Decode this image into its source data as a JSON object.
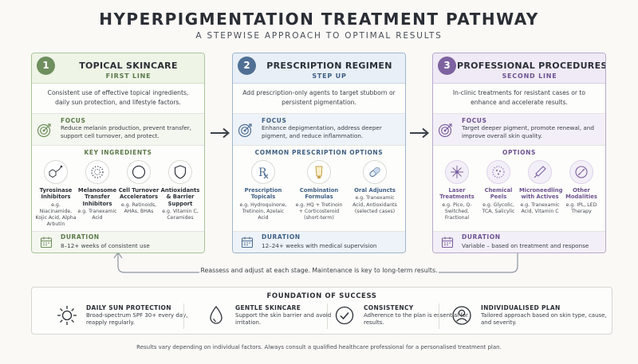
{
  "header": {
    "title": "HYPERPIGMENTATION TREATMENT PATHWAY",
    "subtitle": "A STEPWISE APPROACH TO OPTIMAL RESULTS"
  },
  "colors": {
    "step1": "#6f8f5e",
    "step2": "#4f6f94",
    "step3": "#7d62a0"
  },
  "steps": [
    {
      "number": "1",
      "title": "TOPICAL SKINCARE",
      "tag": "FIRST LINE",
      "description": "Consistent use of effective topical ingredients, daily sun protection, and lifestyle factors.",
      "focus_label": "FOCUS",
      "focus_text": "Reduce melanin production, prevent transfer, support cell turnover, and protect.",
      "list_title": "KEY INGREDIENTS",
      "items": [
        {
          "icon": "molecule-icon",
          "name": "Tyrosinase Inhibitors",
          "example": "e.g. Niacinamide, Kojic Acid, Alpha Arbutin"
        },
        {
          "icon": "dotted-circle-icon",
          "name": "Melanosome Transfer Inhibitors",
          "example": "e.g. Tranexamic Acid"
        },
        {
          "icon": "circle-icon",
          "name": "Cell Turnover Accelerators",
          "example": "e.g. Retinoids, AHAs, BHAs"
        },
        {
          "icon": "shield-icon",
          "name": "Antioxidants & Barrier Support",
          "example": "e.g. Vitamin C, Ceramides"
        }
      ],
      "duration_label": "DURATION",
      "duration_text": "8–12+ weeks of consistent use"
    },
    {
      "number": "2",
      "title": "PRESCRIPTION REGIMEN",
      "tag": "STEP UP",
      "description": "Add prescription-only agents to target stubborn or persistent pigmentation.",
      "focus_label": "FOCUS",
      "focus_text": "Enhance depigmentation, address deeper pigment, and reduce inflammation.",
      "list_title": "COMMON PRESCRIPTION OPTIONS",
      "items": [
        {
          "icon": "rx-icon",
          "name": "Prescription Topicals",
          "example": "e.g. Hydroquinone, Tretinoin, Azelaic Acid"
        },
        {
          "icon": "tube-icon",
          "name": "Combination Formulas",
          "example": "e.g. HQ + Tretinoin + Corticosteroid (short-term)"
        },
        {
          "icon": "pill-icon",
          "name": "Oral Adjuncts",
          "example": "e.g. Tranexamic Acid, Antioxidants (selected cases)"
        }
      ],
      "duration_label": "DURATION",
      "duration_text": "12–24+ weeks with medical supervision"
    },
    {
      "number": "3",
      "title": "PROFESSIONAL PROCEDURES",
      "tag": "SECOND LINE",
      "description": "In-clinic treatments for resistant cases or to enhance and accelerate results.",
      "focus_label": "FOCUS",
      "focus_text": "Target deeper pigment, promote renewal, and improve overall skin quality.",
      "list_title": "OPTIONS",
      "items": [
        {
          "icon": "laser-icon",
          "name": "Laser Treatments",
          "example": "e.g. Pico, Q-Switched, Fractional"
        },
        {
          "icon": "peel-icon",
          "name": "Chemical Peels",
          "example": "e.g. Glycolic, TCA, Salicylic"
        },
        {
          "icon": "microneedle-icon",
          "name": "Microneedling with Actives",
          "example": "e.g. Tranexamic Acid, Vitamin C"
        },
        {
          "icon": "modalities-icon",
          "name": "Other Modalities",
          "example": "e.g. IPL, LED Therapy"
        }
      ],
      "duration_label": "DURATION",
      "duration_text": "Variable – based on treatment and response"
    }
  ],
  "loop_text": "Reassess and adjust at each stage. Maintenance is key to long-term results.",
  "foundation": {
    "title": "FOUNDATION OF SUCCESS",
    "pillars": [
      {
        "icon": "sun-icon",
        "label": "DAILY SUN PROTECTION",
        "text": "Broad-spectrum SPF 30+ every day, reapply regularly."
      },
      {
        "icon": "droplet-icon",
        "label": "GENTLE SKINCARE",
        "text": "Support the skin barrier and avoid irritation."
      },
      {
        "icon": "check-circle-icon",
        "label": "CONSISTENCY",
        "text": "Adherence to the plan is essential for results."
      },
      {
        "icon": "person-icon",
        "label": "INDIVIDUALISED PLAN",
        "text": "Tailored approach based on skin type, cause, and severity."
      }
    ]
  },
  "footnote": "Results vary depending on individual factors. Always consult a qualified healthcare professional for a personalised treatment plan."
}
